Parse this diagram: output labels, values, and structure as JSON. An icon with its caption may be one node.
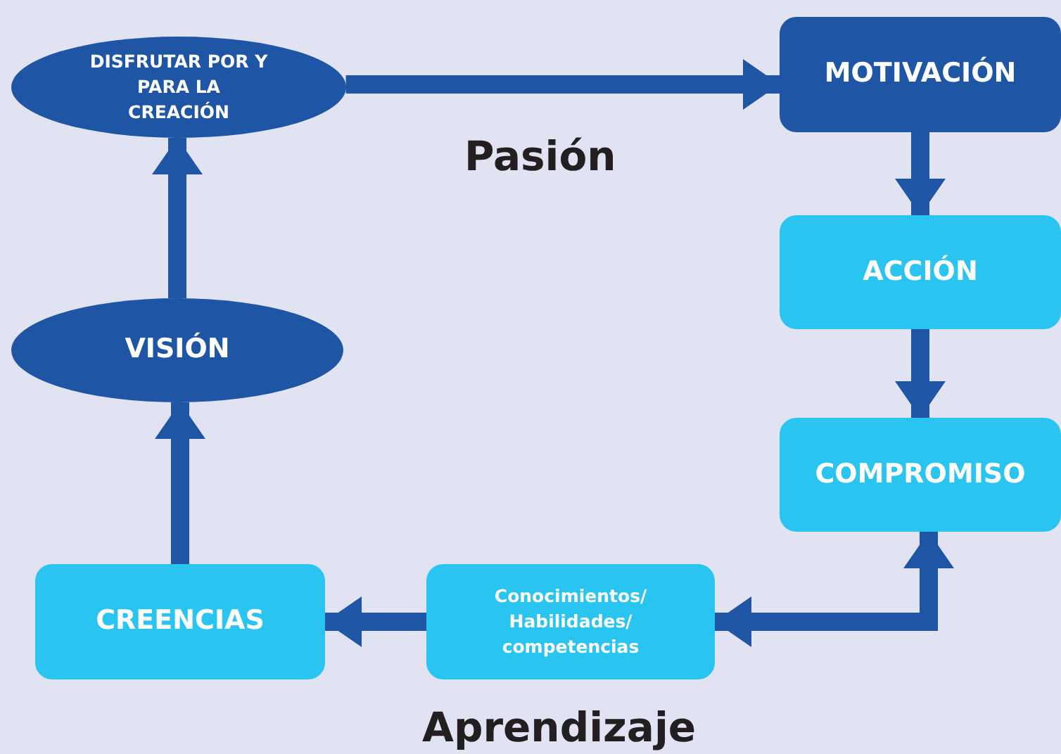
{
  "diagram": {
    "nodes": [
      {
        "text": [
          "DISFRUTAR POR Y PARA LA CREACIÓN"
        ]
      },
      {
        "text": [
          "MOTIVACIÓN"
        ]
      },
      {
        "text": [
          "ACCIÓN"
        ]
      },
      {
        "text": [
          "VISIÓN"
        ]
      },
      {
        "text": [
          "COMPROMISO"
        ]
      },
      {
        "text": [
          "CREENCIAS"
        ]
      },
      {
        "text": [
          "Conocimientos/ Habilidades/ competencias"
        ]
      }
    ],
    "edges": [
      {
        "from": 5,
        "to": 3,
        "arrow": "to"
      },
      {
        "from": 3,
        "to": 0,
        "arrow": "to"
      },
      {
        "from": 0,
        "to": 1,
        "arrow": "to"
      },
      {
        "from": 1,
        "to": 2,
        "arrow": "to"
      },
      {
        "from": 2,
        "to": 4,
        "arrow": "to"
      },
      {
        "from": 4,
        "to": 6,
        "arrow": "both"
      },
      {
        "from": 6,
        "to": 5,
        "arrow": "to"
      }
    ],
    "labels": [
      "Pasión",
      "Aprendizaje"
    ]
  }
}
